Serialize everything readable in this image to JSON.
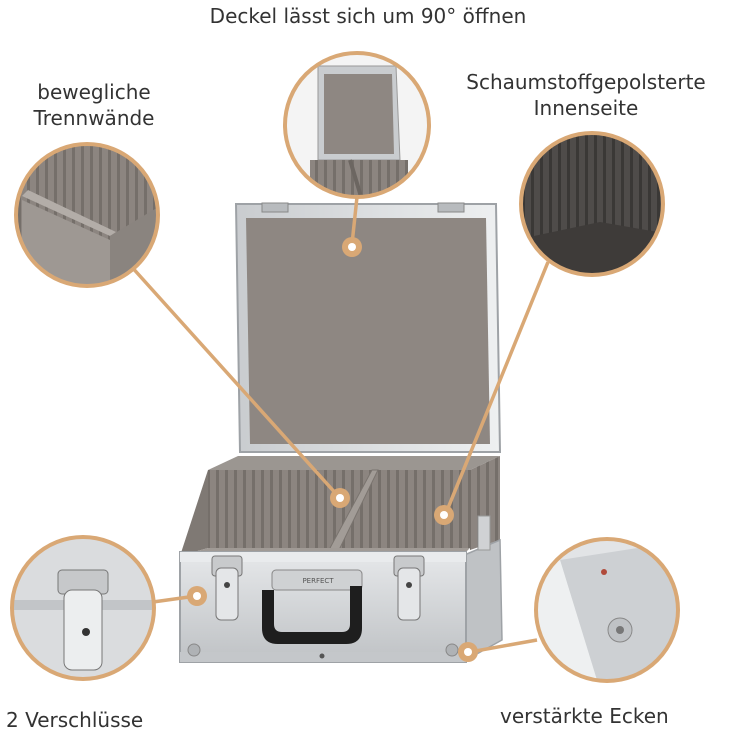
{
  "labels": {
    "top": "Deckel lässt sich um 90° öffnen",
    "left_line1": "bewegliche",
    "left_line2": "Trennwände",
    "right_line1": "Schaumstoffgepolsterte",
    "right_line2": "Innenseite",
    "bottom_left": "2 Verschlüsse",
    "bottom_right": "verstärkte Ecken"
  },
  "handle_brand": "PERFECT",
  "colors": {
    "accent": "#D9A875",
    "foam": "#8C8580",
    "foam_dark": "#6E6863",
    "aluminium": "#D5D7D9",
    "text": "#333333"
  }
}
